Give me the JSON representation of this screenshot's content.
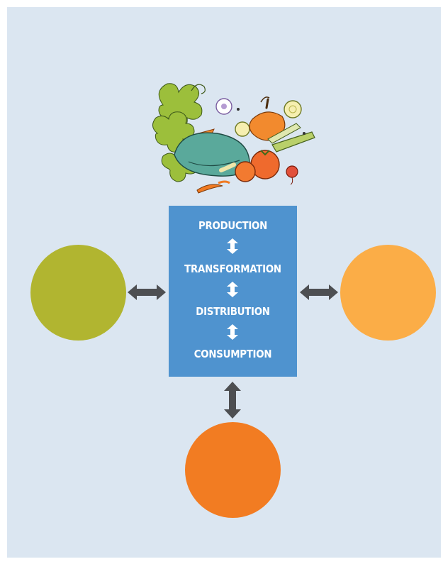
{
  "colors": {
    "background": "#dbe6f1",
    "box": "#4f93cf",
    "box_text": "#ffffff",
    "arrow": "#4d4f52",
    "circle_left": "#b1b530",
    "circle_right": "#fbad47",
    "circle_bottom": "#f27c22"
  },
  "illustration": {
    "icon": "vegetable-basket-icon"
  },
  "food_chain": {
    "stages": [
      "PRODUCTION",
      "TRANSFORMATION",
      "DISTRIBUTION",
      "CONSUMPTION"
    ]
  }
}
